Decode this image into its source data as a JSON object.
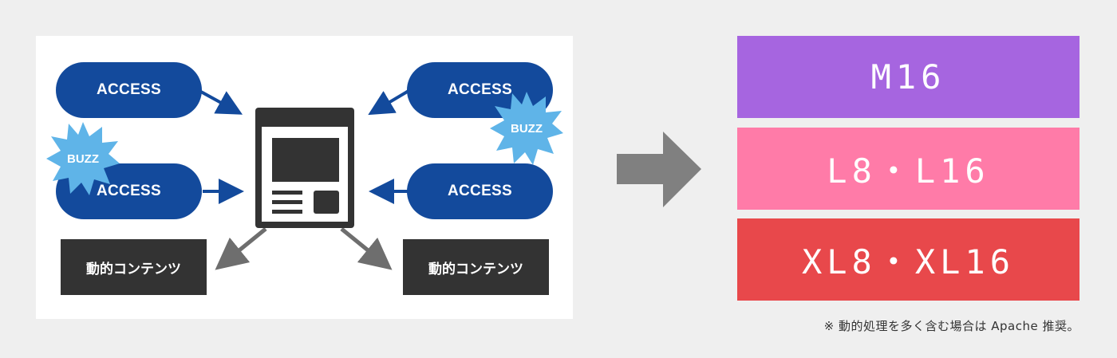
{
  "diagram": {
    "access_label": "ACCESS",
    "buzz_label": "BUZZ",
    "dynamic_content_label": "動的コンテンツ"
  },
  "plans": [
    {
      "label": "M16",
      "color": "#a665e0"
    },
    {
      "label": "L8・L16",
      "color": "#ff7ba8"
    },
    {
      "label": "XL8・XL16",
      "color": "#e8484b"
    }
  ],
  "note": "※ 動的処理を多く含む場合は Apache 推奨。",
  "colors": {
    "access": "#134a9c",
    "burst": "#5fb4e8",
    "dark": "#333333",
    "big_arrow": "#808080"
  }
}
